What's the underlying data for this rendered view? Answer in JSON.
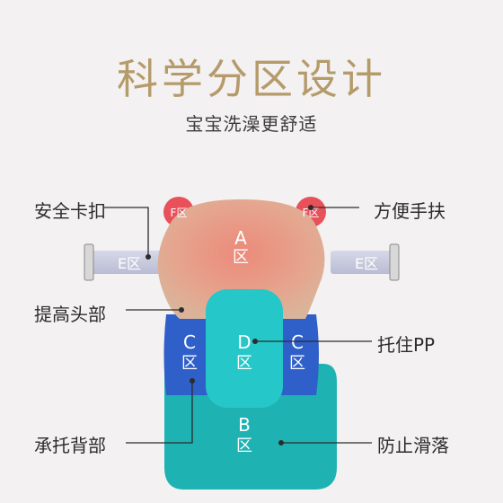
{
  "header": {
    "title": "科学分区设计",
    "subtitle": "宝宝洗澡更舒适"
  },
  "callouts": {
    "left": [
      "安全卡扣",
      "提高头部",
      "承托背部"
    ],
    "right": [
      "方便手扶",
      "托住PP",
      "防止滑落"
    ]
  },
  "zones": {
    "a_letter": "A",
    "b_letter": "B",
    "c_letter": "C",
    "d_letter": "D",
    "zone_char": "区",
    "e_label": "E区",
    "f_label": "F区"
  },
  "colors": {
    "background": "#f3f1f1",
    "title": "#b59a6a",
    "head_zone": "#e6a08a",
    "side_zone": "#2f5fc8",
    "center_zone": "#25c7c9",
    "base_zone": "#1fb2b3",
    "strap": "#c9cbe0",
    "f_tab": "#e8505a"
  }
}
